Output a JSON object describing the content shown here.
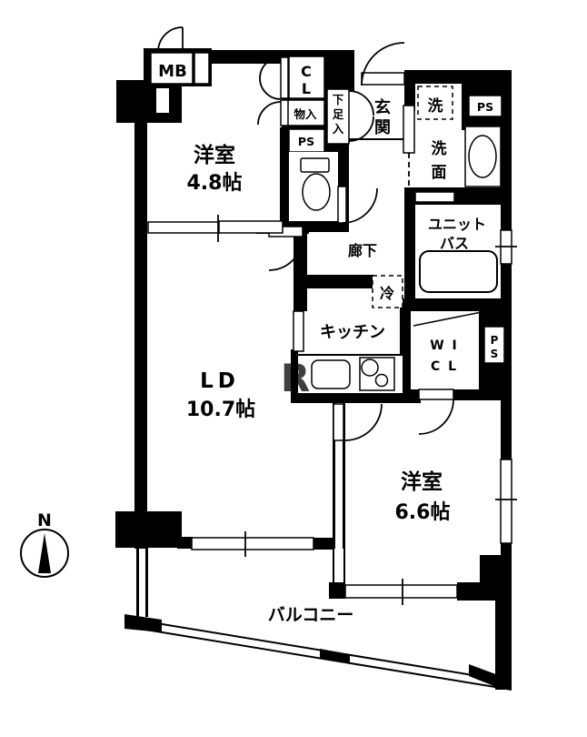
{
  "plan": {
    "rooms": {
      "western1": {
        "name": "洋室",
        "size": "4.8帖"
      },
      "ld": {
        "name": "LD",
        "size": "10.7帖"
      },
      "western2": {
        "name": "洋室",
        "size": "6.6帖"
      },
      "kitchen": {
        "name": "キッチン"
      },
      "hallway": {
        "name": "廊下"
      },
      "entrance": {
        "c1": "玄",
        "c2": "関"
      },
      "washroom": {
        "c1": "洗",
        "c2": "面"
      },
      "unitbath": {
        "l1": "ユニット",
        "l2": "バス"
      },
      "wic": {
        "l1": "W I",
        "l2": "C L"
      },
      "balcony": {
        "name": "バルコニー"
      }
    },
    "labels": {
      "mb": "MB",
      "cl": {
        "l1": "C",
        "l2": "L"
      },
      "storage": "物入",
      "ps_toilet": "PS",
      "ps_top": "PS",
      "ps_wic": {
        "l1": "P",
        "l2": "S"
      },
      "shoe": {
        "c1": "下",
        "c2": "足",
        "c3": "入"
      },
      "washer": "洗",
      "fridge": "冷"
    },
    "compass": {
      "north": "N"
    },
    "watermark": "R",
    "colors": {
      "wall": "#000000",
      "background": "#ffffff",
      "watermark": "#c9c9c9"
    }
  }
}
